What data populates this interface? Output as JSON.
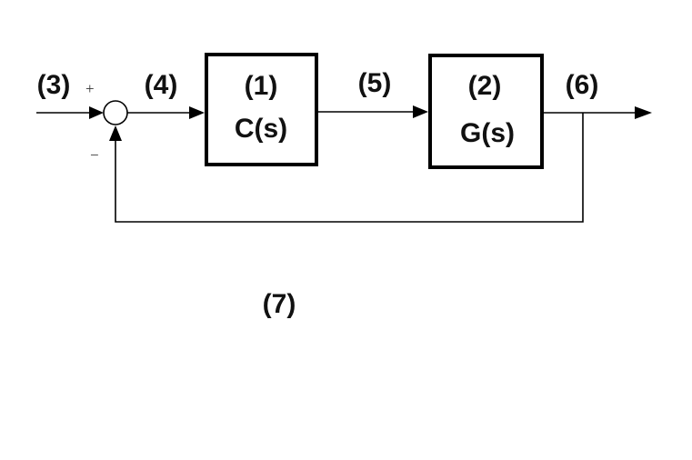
{
  "labels": {
    "l1": "(1)",
    "l2": "(2)",
    "l3": "(3)",
    "l4": "(4)",
    "l5": "(5)",
    "l6": "(6)",
    "l7": "(7)"
  },
  "blocks": {
    "controller": "C(s)",
    "plant": "G(s)"
  },
  "summing_junction": {
    "plus_sign": "+",
    "minus_sign": "−"
  },
  "colors": {
    "line": "#000000",
    "text": "#111111",
    "background": "#ffffff"
  }
}
